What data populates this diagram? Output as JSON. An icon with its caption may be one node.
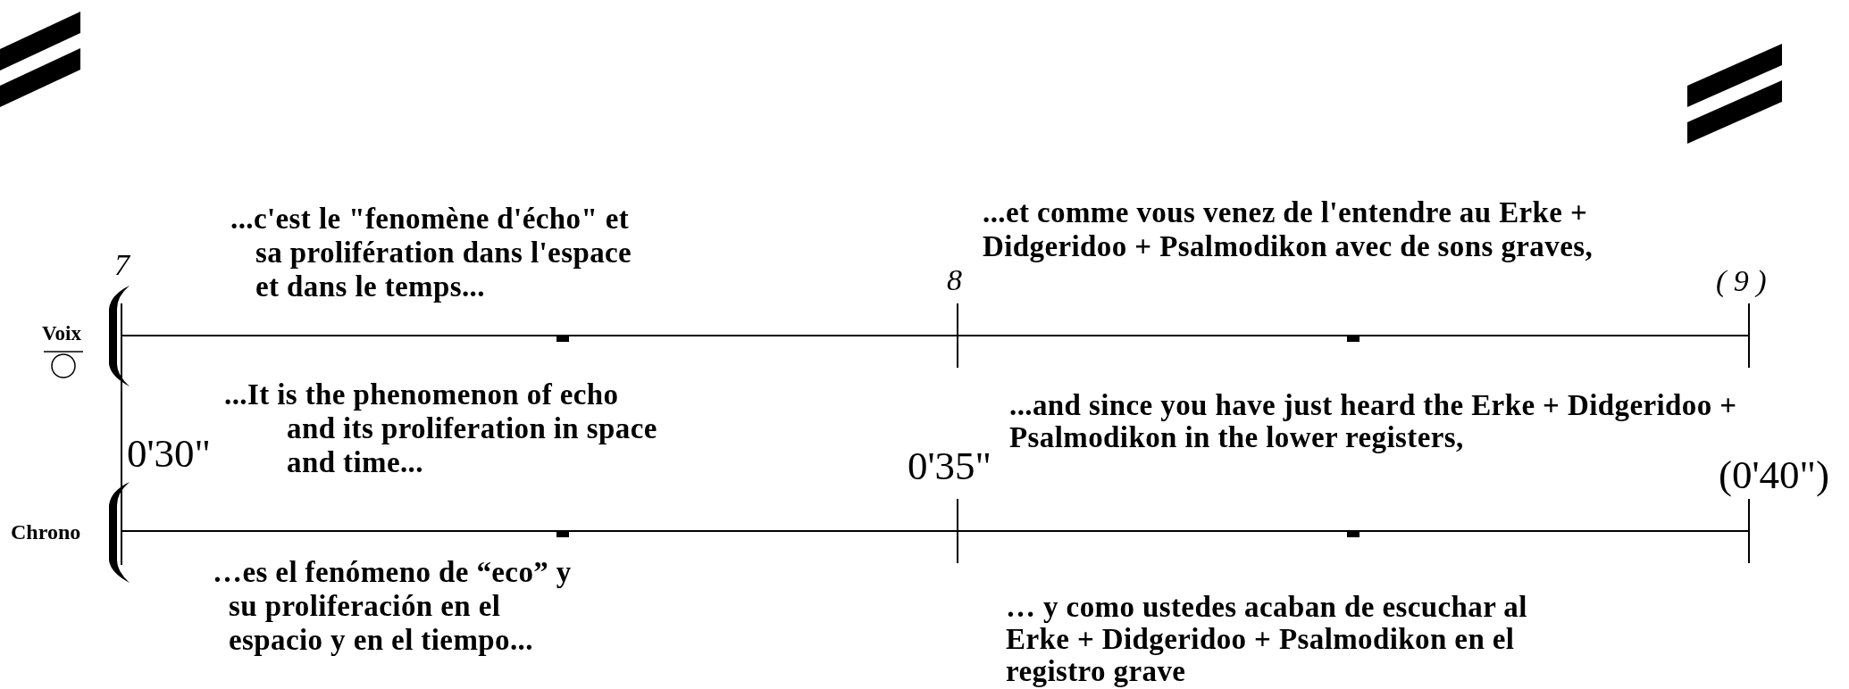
{
  "diagram": {
    "labels": [
      "7",
      "...c'est le \"fenomène d'écho\" et sa prolifération dans l'espace et dans le temps...",
      "...et comme vous venez de l'entendre au Erke + Didgeridoo + Psalmodikon avec de sons graves,",
      "8",
      "( 9 )",
      "Voix",
      "...It is the phenomenon of echo and its proliferation in space and time...",
      "0'30\"",
      "...and since you have just heard the Erke + Didgeridoo + Psalmodikon in the lower registers,",
      "0'35\"",
      "(0'40\")",
      "Chrono",
      "…es el fenómeno de “eco” y su proliferación en el espacio y en el tiempo...",
      "… y como ustedes acaban de escuchar al  Erke + Didgeridoo + Psalmodikon en el registro grave"
    ]
  }
}
